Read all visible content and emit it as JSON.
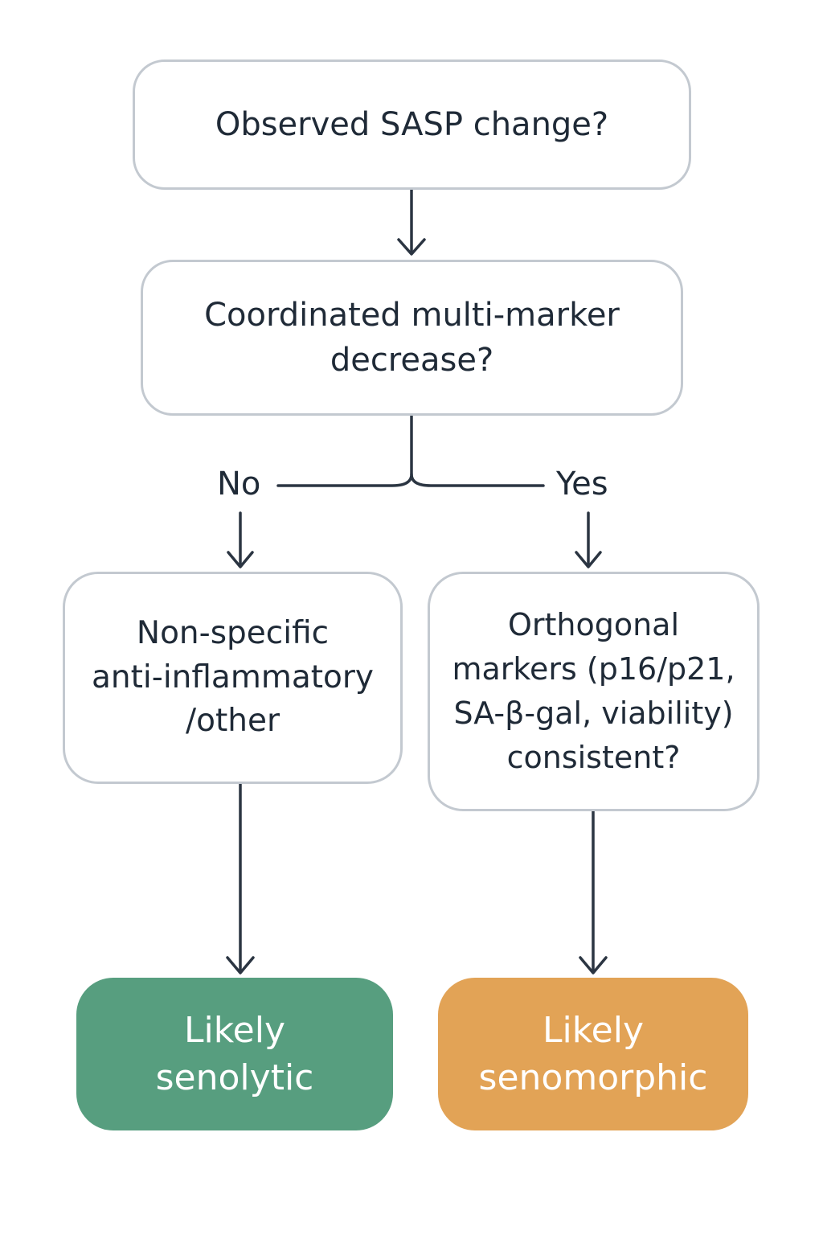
{
  "nodes": {
    "sasp_question": "Observed SASP change?",
    "coordinated_question": {
      "line1": "Coordinated multi-marker",
      "line2": "decrease?"
    },
    "nonspecific": {
      "line1": "Non-specific",
      "line2": "anti-inflammatory",
      "line3": "/other"
    },
    "orthogonal_question": {
      "line1": "Orthogonal",
      "line2": "markers (p16/p21,",
      "line3": "SA-β-gal, viability)",
      "line4": "consistent?"
    }
  },
  "branches": {
    "no": "No",
    "yes": "Yes"
  },
  "outcomes": {
    "senolytic": {
      "line1": "Likely",
      "line2": "senolytic",
      "color": "#579e7f"
    },
    "senomorphic": {
      "line1": "Likely",
      "line2": "senomorphic",
      "color": "#e2a356"
    }
  },
  "colors": {
    "stroke": "#2b3542",
    "node_border": "#c3c9d0",
    "text": "#1f2a37"
  }
}
